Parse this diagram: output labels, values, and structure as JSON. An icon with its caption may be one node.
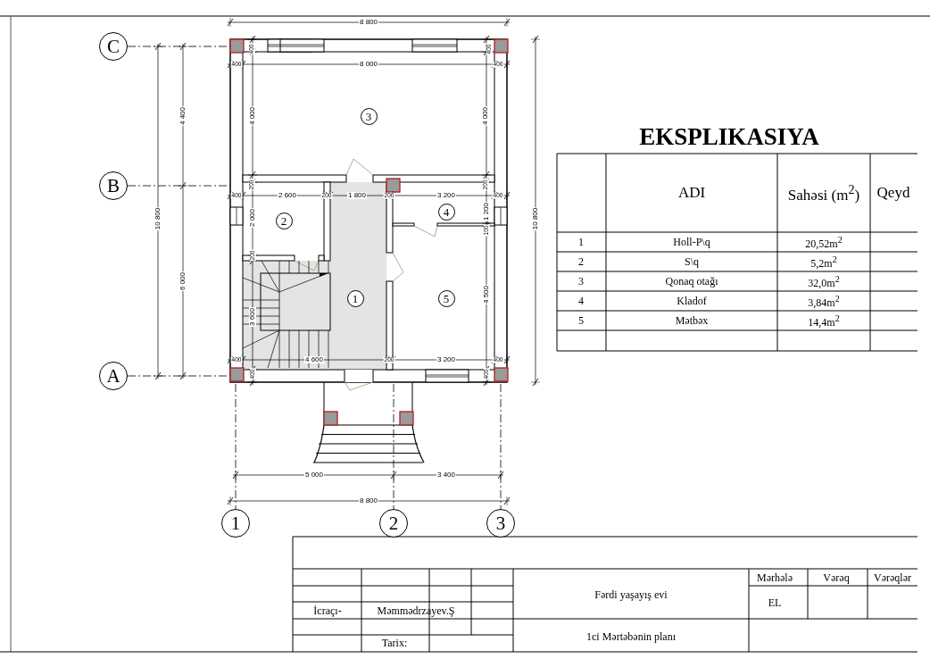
{
  "diagram": {
    "title": "EKSPLIKASIYA",
    "nodes": [
      {
        "text": [
          "C"
        ]
      },
      {
        "text": [
          "3"
        ]
      },
      {
        "text": [
          "B"
        ]
      },
      {
        "text": [
          "4"
        ]
      },
      {
        "text": [
          "2"
        ]
      },
      {
        "text": [
          "1"
        ]
      },
      {
        "text": [
          "5"
        ]
      },
      {
        "text": [
          "A"
        ]
      },
      {
        "text": [
          "1"
        ]
      },
      {
        "text": [
          "2"
        ]
      },
      {
        "text": [
          "3"
        ]
      }
    ],
    "labels": [
      "8 800",
      "400",
      "400",
      "400",
      "8 000",
      "400",
      "4 400",
      "4 000",
      "4 000",
      "10 800",
      "10 800",
      "200",
      "200",
      "400",
      "2 600",
      "200",
      "1 800",
      "200",
      "3 200",
      "400",
      "2 000",
      "1 200",
      "100",
      "200",
      "6 000",
      "4 500",
      "3 600",
      "400",
      "4 600",
      "200",
      "3 200",
      "400",
      "400",
      "400",
      "5 000",
      "3 400",
      "8 800",
      "ADI",
      "Sahəsi (m$^{2}$)",
      "Qeyd",
      "1",
      "Holl-P\\q",
      "20,52m$^{2}$",
      "2",
      "S\\q",
      "5,2m$^{2}$",
      "3",
      "Qonaq otağı",
      "32,0m$^{2}$",
      "4",
      "Kladof",
      "3,84m$^{2}$",
      "5",
      "Mətbəx",
      "14,4m$^{2}$",
      "Mərhələ",
      "Vərəq",
      "Vərəqlər",
      "Fərdi yaşayış evi",
      "EL",
      "İcraçı-",
      "Məmmədrzayev.Ş",
      "1ci Mərtəbənin planı",
      "Tarix:"
    ]
  }
}
